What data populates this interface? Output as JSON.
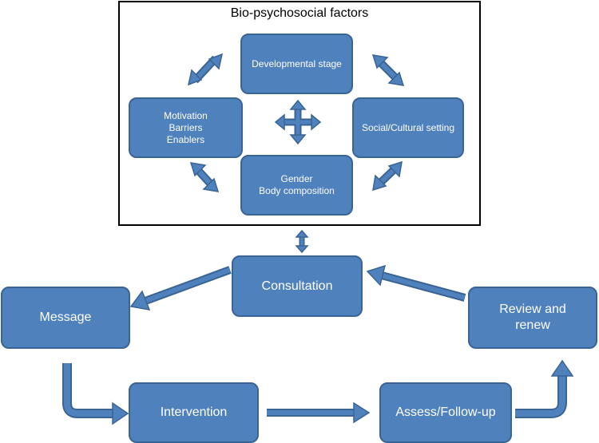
{
  "box_title": "Bio-psychosocial factors",
  "factors": {
    "developmental": [
      "Developmental stage"
    ],
    "motivation": [
      "Motivation",
      "Barriers",
      "Enablers"
    ],
    "social": [
      "Social/Cultural setting"
    ],
    "gender": [
      "Gender",
      "Body composition"
    ]
  },
  "cycle": {
    "consultation": "Consultation",
    "message": "Message",
    "intervention": "Intervention",
    "assess": "Assess/Follow-up",
    "review": [
      "Review and",
      "renew"
    ]
  },
  "colors": {
    "node_fill": "#4f81bd",
    "node_border": "#3a6494",
    "text": "#ffffff",
    "frame": "#000000"
  }
}
